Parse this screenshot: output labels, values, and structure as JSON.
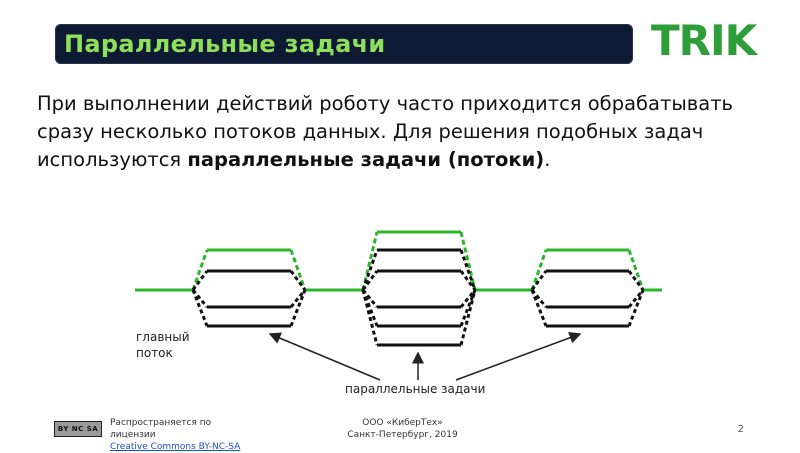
{
  "slide": {
    "title": "Параллельные задачи",
    "logo": "TRIK",
    "body": {
      "text_before": "При выполнении действий роботу часто приходится обрабатывать сразу несколько потоков данных. Для решения подобных задач используются ",
      "bold": "параллельные задачи (потоки)",
      "text_after": "."
    },
    "diagram": {
      "main_thread_label_line1": "главный",
      "main_thread_label_line2": "поток",
      "parallel_label": "параллельные задачи"
    },
    "footer": {
      "cc_badge": "BY NC SA",
      "license_line1": "Распространяется по",
      "license_line2": "лицензии",
      "license_link": "Creative Commons BY-NC-SA",
      "org_line1": "ООО «КиберТех»",
      "org_line2": "Санкт-Петербург, 2019",
      "page_number": "2"
    },
    "colors": {
      "title_bg": "#0e1a33",
      "title_text": "#8ee05a",
      "logo": "#2e9e3a",
      "main_thread": "#2db52a"
    }
  }
}
